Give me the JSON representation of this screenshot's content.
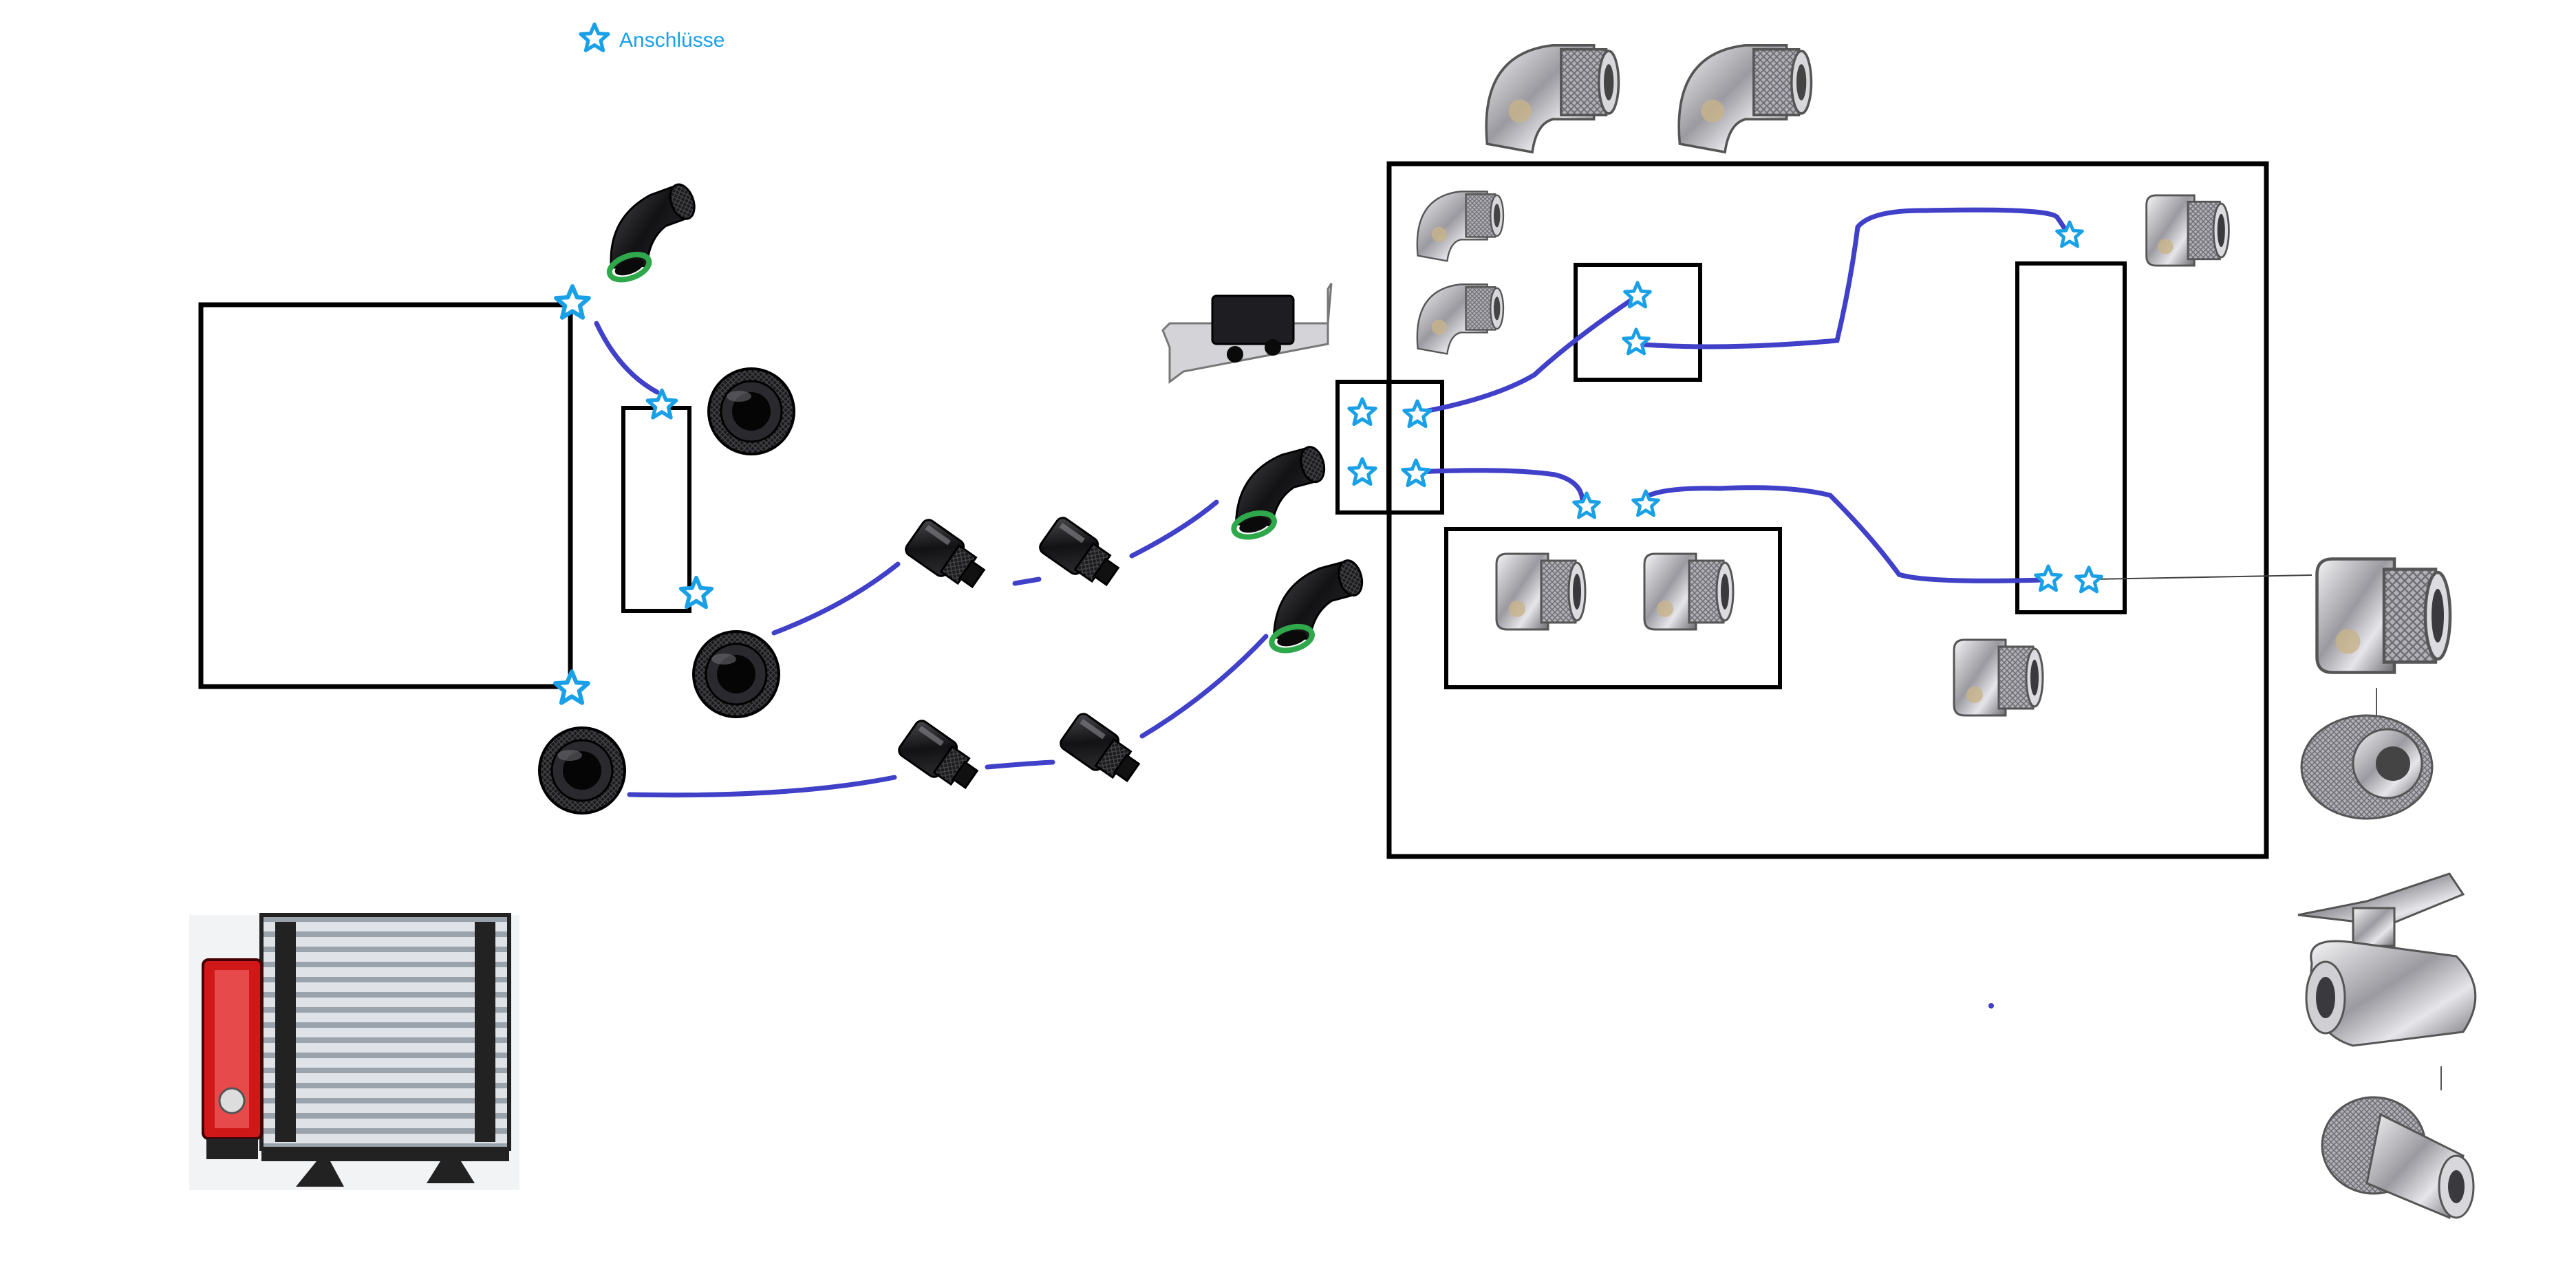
{
  "legend": {
    "label": "Anschlüsse",
    "icon": "star-icon"
  },
  "colors": {
    "star": "#1aa0e6",
    "tube": "#4040c8",
    "box": "#000000",
    "thin_line": "#404040",
    "black_fitting": "#1c1c1c",
    "chrome_fitting": "#b8b8bc",
    "green_ring": "#2ea84a",
    "radiator_frame": "#222222",
    "radiator_fins": "#c8ccd2",
    "reservoir_red": "#d01818"
  },
  "components": {
    "radiator_box": "radiator",
    "pump_box": "pump",
    "slot_bracket": "pci-slot-passthrough",
    "case_box": "case",
    "gpu_block_box": "gpu-block",
    "cpu_block_box": "cpu-block",
    "manifold_box": "manifold",
    "distro_box": "distribution-block",
    "radiator_photo": "radiator-with-reservoir-photo"
  },
  "fittings": {
    "black_angled": "black-angled-fitting",
    "black_compression": "black-compression-fitting",
    "black_quick_disconnect": "black-quick-disconnect",
    "chrome_angled": "chrome-angled-fitting",
    "chrome_rotary": "chrome-rotary-fitting",
    "chrome_ball_valve": "chrome-ball-valve",
    "chrome_barb": "chrome-barb-fitting"
  }
}
